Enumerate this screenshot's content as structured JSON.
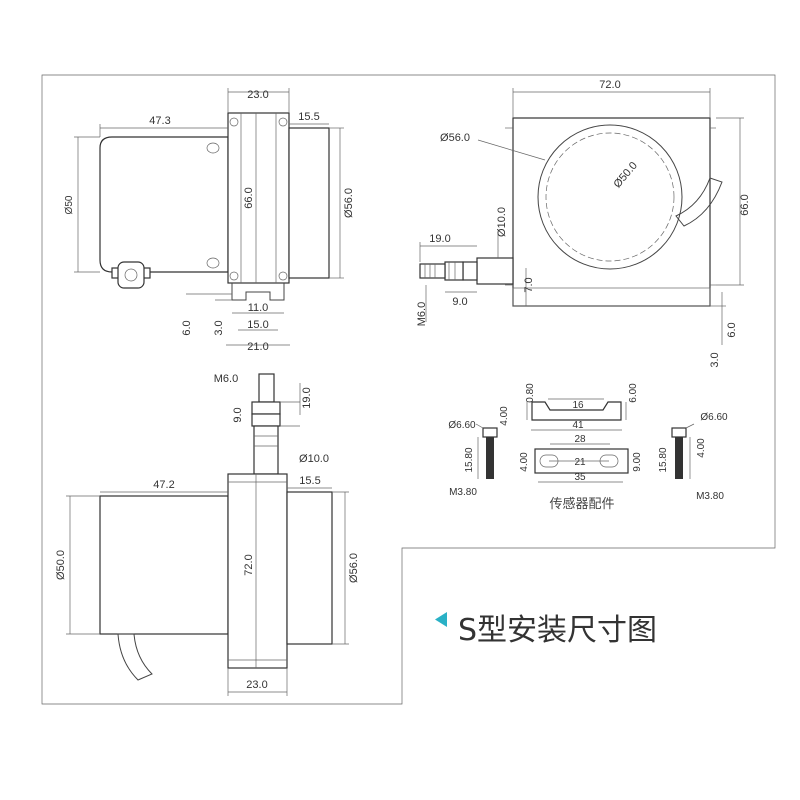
{
  "title": "S型安装尺寸图",
  "accessories_caption": "传感器配件",
  "colors": {
    "accent": "#2ab1c6",
    "line": "#444444",
    "frame": "#666666"
  },
  "views": {
    "top_left": {
      "width_23": "23.0",
      "length_47": "47.3",
      "flange_15": "15.5",
      "dia_50": "Ø50",
      "height_66": "66.0",
      "dia_56": "Ø56.0",
      "foot_11": "11.0",
      "foot_15": "15.0",
      "foot_21": "21.0",
      "foot_6": "6.0",
      "foot_3": "3.0"
    },
    "top_right": {
      "width_72": "72.0",
      "dia_56": "Ø56.0",
      "dia_50": "Ø50.0",
      "height_66": "66.0",
      "cable_19": "19.0",
      "cable_dia10": "Ø10.0",
      "m6": "M6.0",
      "nut_9": "9.0",
      "base_7": "7.0",
      "side_6": "6.0",
      "side_3": "3.0"
    },
    "bottom_left": {
      "m6": "M6.0",
      "nut_19": "19.0",
      "nut_9": "9.0",
      "cable_dia10": "Ø10.0",
      "length_47": "47.2",
      "flange_15": "15.5",
      "dia_50": "Ø50.0",
      "height_72": "72.0",
      "dia_56": "Ø56.0",
      "width_23": "23.0"
    },
    "accessories": {
      "clip_080": "0.80",
      "clip_16": "16",
      "clip_600": "6.00",
      "plate_41": "41",
      "plate_28": "28",
      "plate_21": "21",
      "plate_35": "35",
      "plate_400": "4.00",
      "plate_900": "9.00",
      "screw_dia": "Ø6.60",
      "screw_400": "4.00",
      "screw_1580": "15.80",
      "screw_m": "M3.80"
    }
  }
}
